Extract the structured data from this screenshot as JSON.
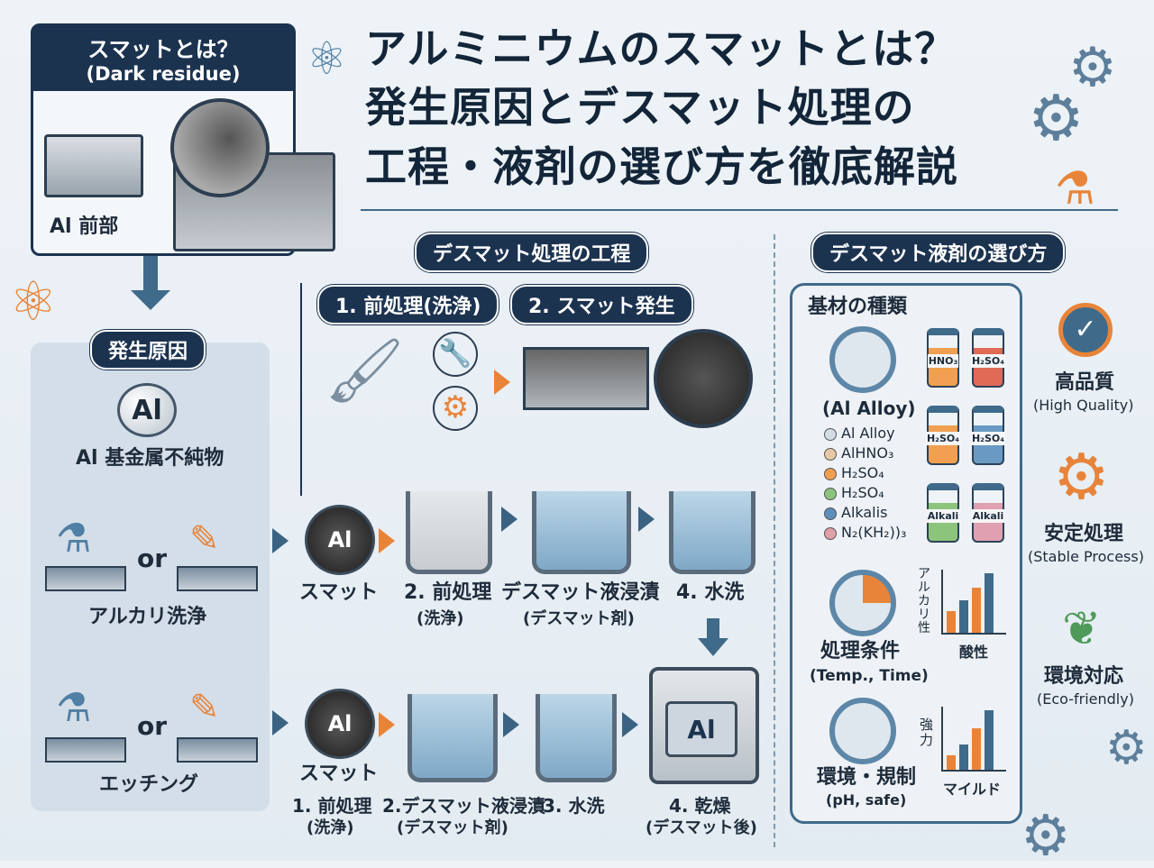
{
  "header": {
    "title_lines": [
      "アルミニウムのスマットとは？",
      "発生原因とデスマット処理の",
      "工程・液剤の選び方を徹底解説"
    ]
  },
  "smut_box": {
    "title": "スマットとは？",
    "subtitle": "(Dark residue)",
    "label": "Al 前部"
  },
  "causes": {
    "title": "発生原因",
    "al_badge": "Al",
    "impurity": "Al 基金属不純物",
    "or1": "or",
    "alkali_wash": "アルカリ洗浄",
    "or2": "or",
    "etching": "エッチング"
  },
  "process": {
    "title": "デスマット処理の工程",
    "step1_pill": "1. 前処理(洗浄)",
    "step2_pill": "2. スマット発生",
    "row1": [
      {
        "badge": "Al",
        "label": "スマット",
        "sub": ""
      },
      {
        "label": "2. 前処理",
        "sub": "(洗浄)"
      },
      {
        "label": "デスマット液浸漬",
        "sub": "(デスマット剤)"
      },
      {
        "label": "4. 水洗",
        "sub": ""
      }
    ],
    "row2": [
      {
        "badge": "Al",
        "label": "スマット",
        "sub": ""
      },
      {
        "label": "1. 前処理",
        "sub": "(洗浄)"
      },
      {
        "label": "2.デスマット液浸漬",
        "sub": "(デスマット剤)"
      },
      {
        "label": "3. 水洗",
        "sub": ""
      },
      {
        "label": "4. 乾燥",
        "sub": "(デスマット後)",
        "badge": "Al"
      }
    ]
  },
  "selection": {
    "title": "デスマット液剤の選び方",
    "base_title": "基材の種類",
    "alloy_label": "(Al Alloy)",
    "legend": [
      {
        "label": "Al Alloy",
        "color": "#d3dde5"
      },
      {
        "label": "AlHNO₃",
        "color": "#e6c9a4"
      },
      {
        "label": "H₂SO₄",
        "color": "#f0a050"
      },
      {
        "label": "H₂SO₄",
        "color": "#8cc47c"
      },
      {
        "label": "Alkalis",
        "color": "#5d8fbd"
      },
      {
        "label": "N₂(KH₂))₃",
        "color": "#e0a0a8"
      }
    ],
    "bottles": [
      {
        "label": "HNO₃",
        "color": "#f0a050"
      },
      {
        "label": "H₂SO₄",
        "color": "#e06a55"
      },
      {
        "label": "H₂SO₄",
        "color": "#f0a050"
      },
      {
        "label": "H₂SO₄",
        "color": "#6a9ac4"
      },
      {
        "label": "Alkali",
        "color": "#8cc47c"
      },
      {
        "label": "Alkali",
        "color": "#e0a0b0"
      }
    ],
    "condition_title": "処理条件",
    "condition_sub": "(Temp., Time)",
    "chart1_ylabel": "アルカリ性",
    "chart1_xlabel": "酸性",
    "env_title": "環境・規制",
    "env_sub": "(pH, safe)",
    "chart2_ylabel": "強力",
    "chart2_xlabel": "マイルド"
  },
  "benefits": [
    {
      "label": "高品質",
      "sub": "(High Quality)"
    },
    {
      "label": "安定処理",
      "sub": "(Stable Process)"
    },
    {
      "label": "環境対応",
      "sub": "(Eco-friendly)"
    }
  ]
}
